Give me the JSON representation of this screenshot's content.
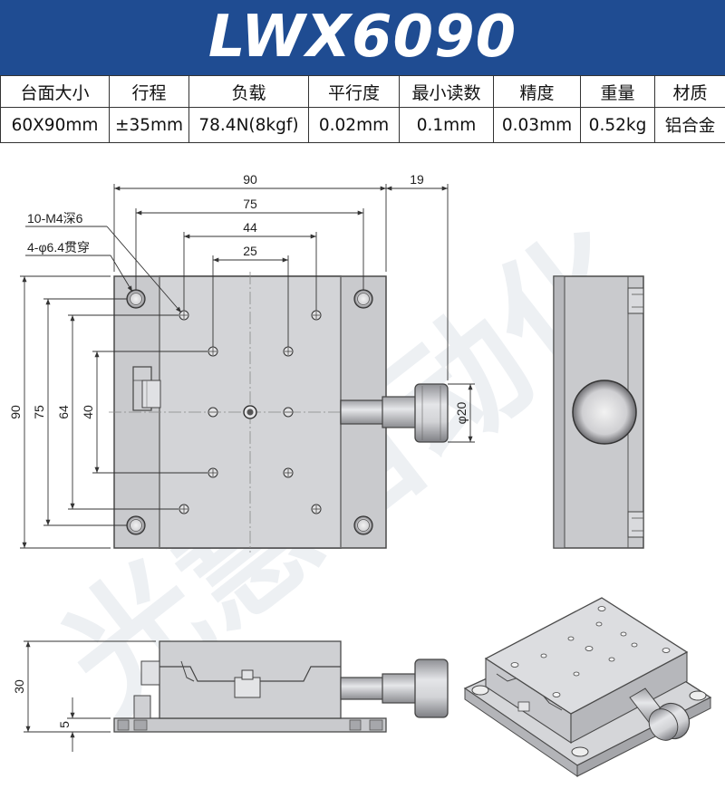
{
  "title": "LWX6090",
  "spec_table": {
    "headers": [
      "台面大小",
      "行程",
      "负载",
      "平行度",
      "最小读数",
      "精度",
      "重量",
      "材质"
    ],
    "values": [
      "60X90mm",
      "±35mm",
      "78.4N(8kgf)",
      "0.02mm",
      "0.1mm",
      "0.03mm",
      "0.52kg",
      "铝合金"
    ]
  },
  "top_view": {
    "dims": {
      "width_90": "90",
      "knob_19": "19",
      "hole_75": "75",
      "hole_44": "44",
      "hole_25": "25",
      "height_90": "90",
      "height_75": "75",
      "height_64": "64",
      "height_40": "40",
      "knob_dia": "φ20"
    },
    "callouts": {
      "tapped_holes": "10-M4深6",
      "through_holes": "4-φ6.4贯穿"
    }
  },
  "front_view": {
    "dims": {
      "height_30": "30",
      "base_5": "5"
    }
  },
  "watermark": "光慧自动化",
  "colors": {
    "banner": "#1f4c92",
    "metal": "#c9cacd",
    "outline": "#4a4a4a"
  }
}
